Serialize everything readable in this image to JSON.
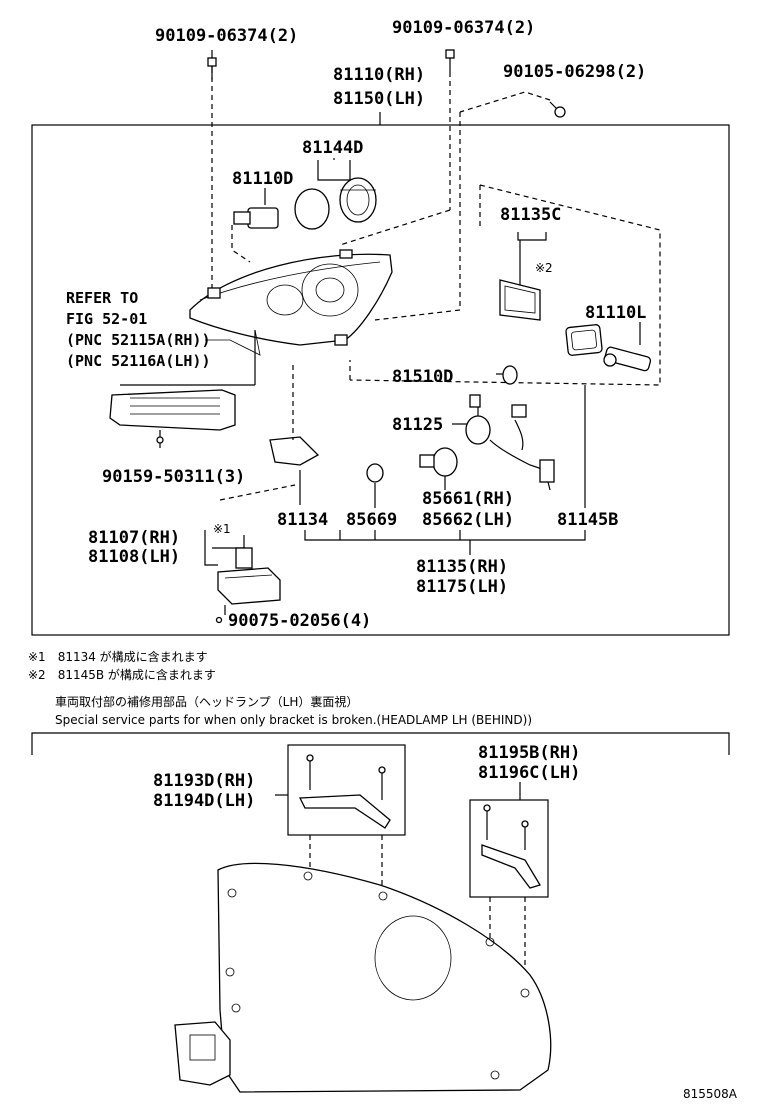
{
  "labels": {
    "bolt_left": "90109-06374(2)",
    "bolt_mid": "90109-06374(2)",
    "screw_right": "90105-06298(2)",
    "unit_rh": "81110(RH)",
    "unit_lh": "81150(LH)",
    "ring": "81144D",
    "bulb_d": "81110D",
    "socket_c": "81135C",
    "note2_mark": "※2",
    "bulb_l": "81110L",
    "refer_1": "REFER TO",
    "refer_2": "FIG 52-01",
    "refer_3": "(PNC 52115A(RH))",
    "refer_4": "(PNC 52116A(LH))",
    "bulb_81510d": "81510D",
    "part_81125": "81125",
    "screw_lower": "90159-50311(3)",
    "part_85661": "85661(RH)",
    "part_85662": "85662(LH)",
    "part_81107": "81107(RH)",
    "part_81108": "81108(LH)",
    "note1_mark": "※1",
    "part_81134": "81134",
    "part_85669": "85669",
    "part_81145b": "81145B",
    "part_81135": "81135(RH)",
    "part_81175": "81175(LH)",
    "screw_bottom": "90075-02056(4)",
    "bracket_81193": "81193D(RH)",
    "bracket_81194": "81194D(LH)",
    "bracket_81195": "81195B(RH)",
    "bracket_81196": "81196C(LH)",
    "figure_id": "815508A"
  },
  "notes": {
    "note1": "※1　81134 が構成に含まれます",
    "note2": "※2　81145B が構成に含まれます",
    "jp_caption": "車両取付部の補修用部品（ヘッドランプ（LH）裏面視）",
    "en_caption": "Special service parts for when only bracket is broken.(HEADLAMP LH (BEHIND))"
  }
}
